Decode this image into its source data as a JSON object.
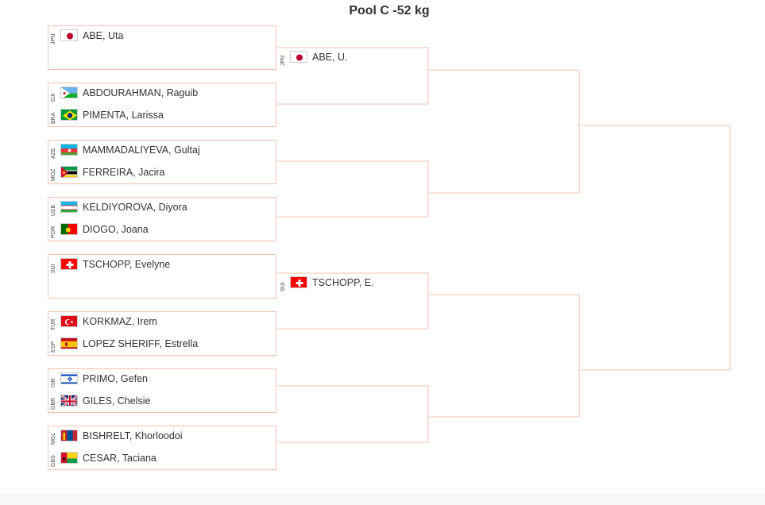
{
  "pool_title": "Pool C -52 kg",
  "round1": [
    {
      "top": {
        "code": "JPN",
        "name": "ABE, Uta"
      },
      "bottom": null
    },
    {
      "top": {
        "code": "DJI",
        "name": "ABDOURAHMAN, Raguib"
      },
      "bottom": {
        "code": "BRA",
        "name": "PIMENTA, Larissa"
      }
    },
    {
      "top": {
        "code": "AZE",
        "name": "MAMMADALIYEVA, Gultaj"
      },
      "bottom": {
        "code": "MOZ",
        "name": "FERREIRA, Jacira"
      }
    },
    {
      "top": {
        "code": "UZB",
        "name": "KELDIYOROVA, Diyora"
      },
      "bottom": {
        "code": "POR",
        "name": "DIOGO, Joana"
      }
    },
    {
      "top": {
        "code": "SUI",
        "name": "TSCHOPP, Evelyne"
      },
      "bottom": null
    },
    {
      "top": {
        "code": "TUR",
        "name": "KORKMAZ, Irem"
      },
      "bottom": {
        "code": "ESP",
        "name": "LOPEZ SHERIFF, Estrella"
      }
    },
    {
      "top": {
        "code": "ISR",
        "name": "PRIMO, Gefen"
      },
      "bottom": {
        "code": "GBR",
        "name": "GILES, Chelsie"
      }
    },
    {
      "top": {
        "code": "MGL",
        "name": "BISHRELT, Khorloodoi"
      },
      "bottom": {
        "code": "GBS",
        "name": "CESAR, Taciana"
      }
    }
  ],
  "round2": [
    {
      "code": "JPN",
      "name": "ABE, U."
    },
    {
      "code": "SUI",
      "name": "TSCHOPP, E."
    }
  ],
  "colors": {
    "line": "#f0c4b0"
  }
}
